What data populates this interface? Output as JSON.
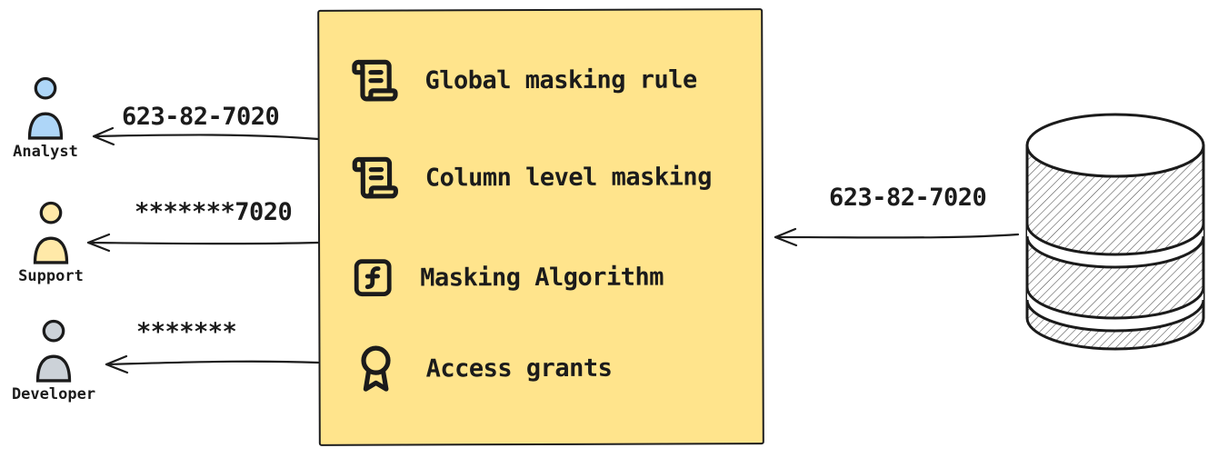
{
  "users": [
    {
      "name": "Analyst",
      "received_value": "623-82-7020",
      "color": "#aed6f8"
    },
    {
      "name": "Support",
      "received_value": "*******7020",
      "color": "#ffe9a8"
    },
    {
      "name": "Developer",
      "received_value": "*******",
      "color": "#ccd2d8"
    }
  ],
  "masking_box": {
    "fill_color": "#ffe48c",
    "items": [
      {
        "icon": "scroll-icon",
        "label": "Global masking rule"
      },
      {
        "icon": "scroll-icon",
        "label": "Column level masking"
      },
      {
        "icon": "function-icon",
        "label": "Masking Algorithm"
      },
      {
        "icon": "award-icon",
        "label": "Access grants"
      }
    ]
  },
  "database": {
    "icon": "database-icon",
    "outgoing_value": "623-82-7020"
  },
  "colors": {
    "stroke": "#1b1b1b",
    "box_fill": "#ffe48c"
  }
}
